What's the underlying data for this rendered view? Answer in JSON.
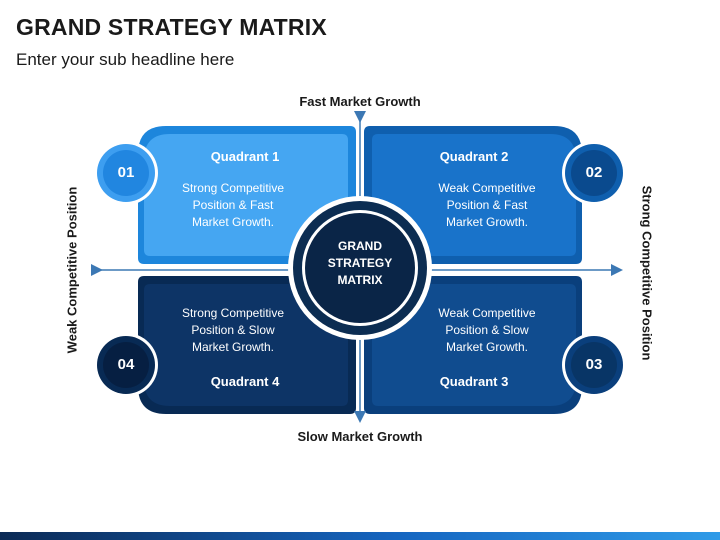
{
  "header": {
    "title": "GRAND STRATEGY MATRIX",
    "subtitle": "Enter your sub headline here"
  },
  "axes": {
    "top": "Fast Market Growth",
    "bottom": "Slow Market Growth",
    "left": "Weak Competitive Position",
    "right": "Strong Competitive Position"
  },
  "center": {
    "line1": "GRAND",
    "line2": "STRATEGY",
    "line3": "MATRIX"
  },
  "quadrants": [
    {
      "number": "01",
      "title": "Quadrant 1",
      "line1": "Strong Competitive",
      "line2": "Position & Fast",
      "line3": "Market Growth.",
      "color": "#3d9ef0"
    },
    {
      "number": "02",
      "title": "Quadrant 2",
      "line1": "Weak Competitive",
      "line2": "Position & Fast",
      "line3": "Market Growth.",
      "color": "#1570c8"
    },
    {
      "number": "03",
      "title": "Quadrant 3",
      "line1": "Weak Competitive",
      "line2": "Position & Slow",
      "line3": "Market Growth.",
      "color": "#0f4c8e"
    },
    {
      "number": "04",
      "title": "Quadrant 4",
      "line1": "Strong Competitive",
      "line2": "Position & Slow",
      "line3": "Market Growth.",
      "color": "#0b2f5e"
    }
  ],
  "colors": {
    "axis": "#3c78b4",
    "center": "#0b2a4e",
    "footer_dark": "#0b2a55",
    "footer_light": "#2f9be8"
  }
}
